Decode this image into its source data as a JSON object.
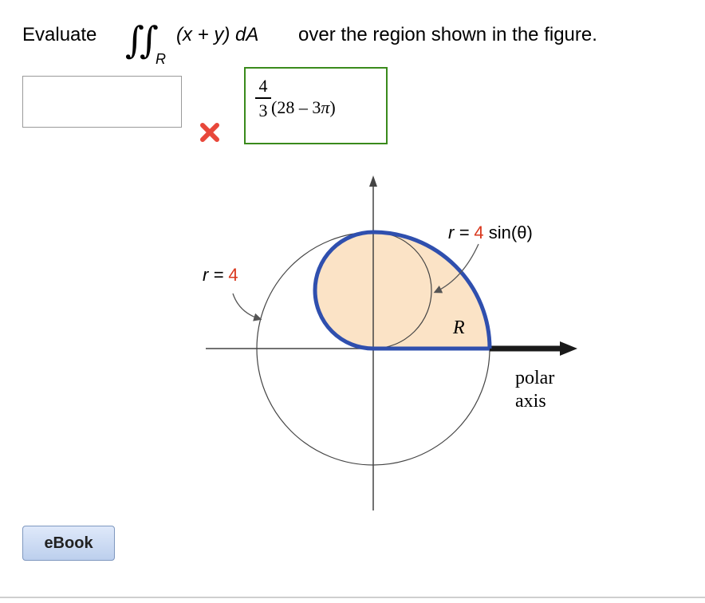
{
  "question": {
    "prefix": "Evaluate",
    "integral_subscript": "R",
    "integrand": "(x + y) dA",
    "rest": "over the region shown in the figure."
  },
  "answer": {
    "input_value": "",
    "status": "incorrect",
    "correct_answer": {
      "fraction_numerator": "4",
      "fraction_denominator": "3",
      "paren_open": "(28 – 3",
      "pi": "π",
      "paren_close": ")"
    }
  },
  "figure": {
    "outer_label_prefix": "r = ",
    "outer_label_value": "4",
    "inner_label_prefix": "r = ",
    "inner_label_value": "4",
    "inner_label_suffix": " sin(θ)",
    "region_label": "R",
    "polar_axis_label_line1": "polar",
    "polar_axis_label_line2": "axis"
  },
  "ebook": {
    "label": "eBook"
  },
  "colors": {
    "boundary_blue": "#2f4fae",
    "region_fill": "#fbe3c6",
    "label_red": "#d9381e",
    "correct_border_green": "#3a8a1c",
    "wrong_red": "#e8473a"
  }
}
